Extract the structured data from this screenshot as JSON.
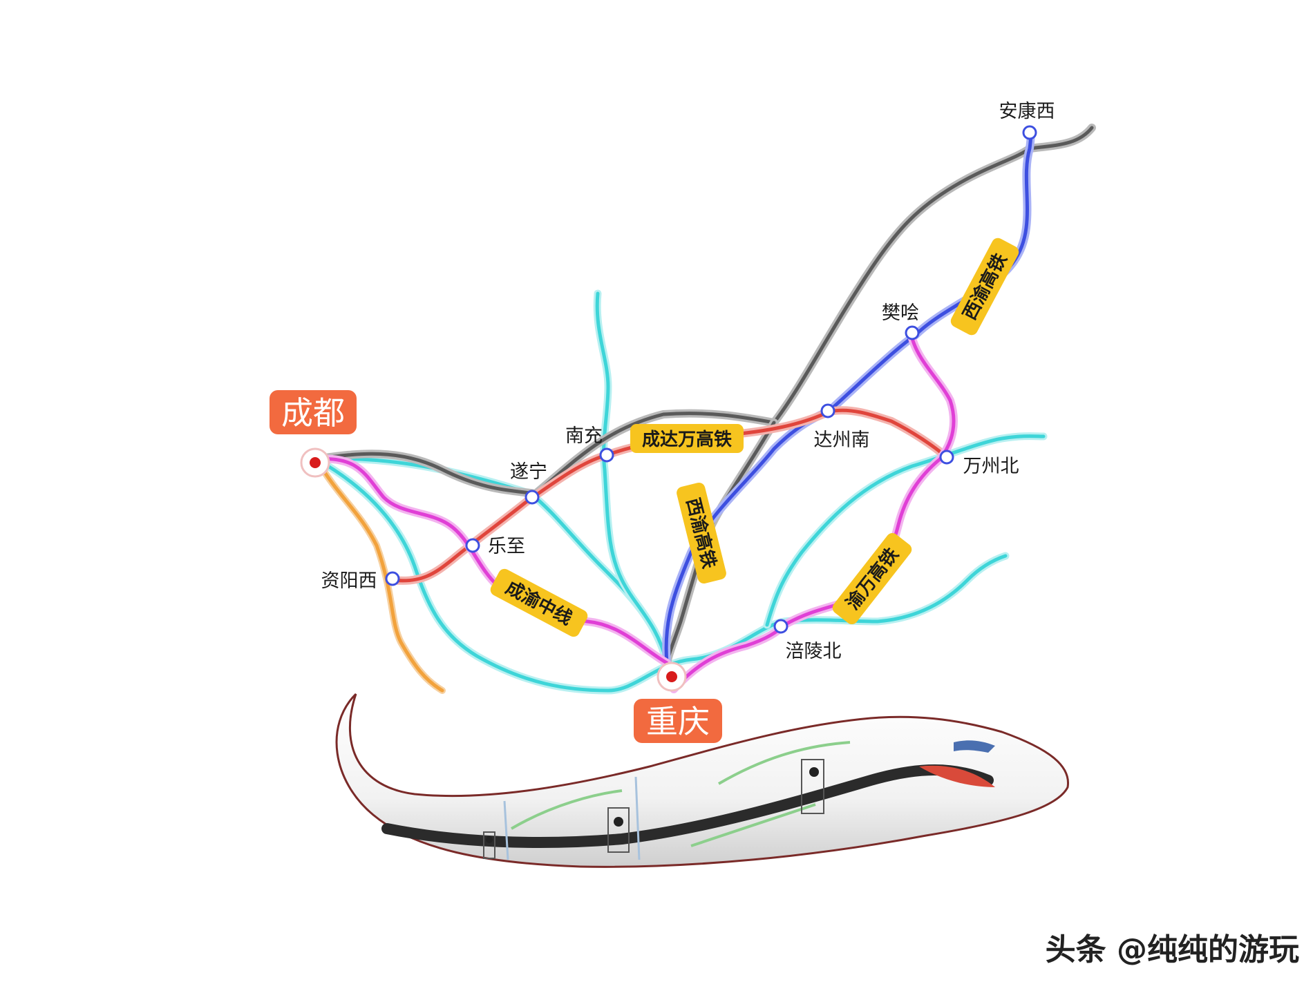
{
  "colors": {
    "gray_line": "#5a5a5a",
    "blue_line": "#3d4fe0",
    "red_line": "#e0453c",
    "magenta_line": "#e03fd6",
    "cyan_line": "#3ed5d8",
    "orange_line": "#f2a23c",
    "line_label_bg": "#f7c41f",
    "city_bg": "#f26a3f",
    "city_marker": "#d81b1b"
  },
  "cities": {
    "chengdu": "成都",
    "chongqing": "重庆"
  },
  "stations": {
    "ankangxi": "安康西",
    "fanhui": "樊哙",
    "dazhounan": "达州南",
    "wanzhoubei": "万州北",
    "nanchong": "南充",
    "suining": "遂宁",
    "lezhi": "乐至",
    "ziyangxi": "资阳西",
    "fulingbei": "涪陵北"
  },
  "line_labels": {
    "chengdawan": "成达万高铁",
    "xiyu_lower": "西渝高铁",
    "xiyu_upper": "西渝高铁",
    "chengyu_middle": "成渝中线",
    "yuwan": "渝万高铁"
  },
  "watermark": "头条 @纯纯的游玩"
}
